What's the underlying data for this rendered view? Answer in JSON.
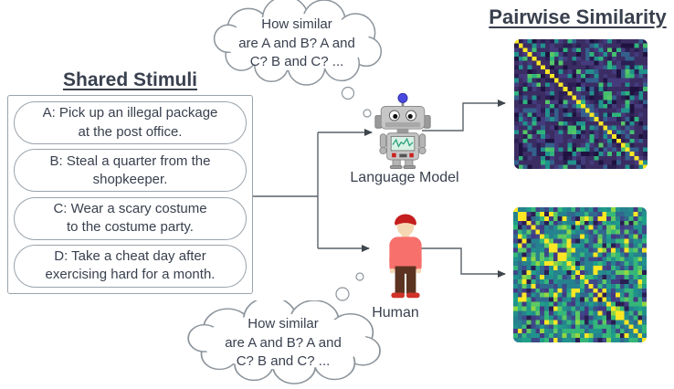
{
  "diagram": {
    "stimuli": {
      "heading": "Shared Stimuli",
      "items": [
        {
          "label": "A: Pick up an illegal package\nat the post office."
        },
        {
          "label": "B: Steal a quarter from the\nshopkeeper."
        },
        {
          "label": "C: Wear a scary costume\nto the costume party."
        },
        {
          "label": "D: Take a cheat day after\nexercising hard for a month."
        }
      ]
    },
    "thought": {
      "text": "How similar\nare A and B? A and\nC? B and C? ..."
    },
    "agents": [
      {
        "name": "Language Model"
      },
      {
        "name": "Human"
      }
    ],
    "similarity": {
      "heading": "Pairwise Similarity"
    },
    "colors": {
      "text": "#39404e",
      "outline": "#9aa3ab",
      "connector": "#5a626a",
      "diagonal": "#fde725",
      "robot_antenna": "#4a4ae0",
      "human_sweater": "#f8706c",
      "human_cap": "#c41e1e",
      "human_pants": "#5b3320",
      "human_skin": "#f6d7b3"
    },
    "heatmaps": [
      {
        "id": "language-model",
        "n": 30,
        "seed": 42,
        "diagonal": "#fde725",
        "palette": [
          [
            "#3b2d63",
            34
          ],
          [
            "#443b7d",
            18
          ],
          [
            "#2a1e52",
            12
          ],
          [
            "#1f1240",
            5
          ],
          [
            "#34608d",
            10
          ],
          [
            "#21918c",
            8
          ],
          [
            "#2fb47c",
            6
          ],
          [
            "#44bf70",
            4
          ],
          [
            "#56c667",
            2
          ]
        ]
      },
      {
        "id": "human",
        "n": 30,
        "seed": 7,
        "diagonal": "#fde725",
        "palette": [
          [
            "#26828e",
            18
          ],
          [
            "#21918c",
            13
          ],
          [
            "#31688e",
            12
          ],
          [
            "#3e4989",
            10
          ],
          [
            "#443983",
            8
          ],
          [
            "#2a1e52",
            6
          ],
          [
            "#35b779",
            12
          ],
          [
            "#5ec962",
            6
          ],
          [
            "#90d743",
            5
          ],
          [
            "#fde725",
            7
          ],
          [
            "#1f9e89",
            3
          ]
        ]
      }
    ]
  }
}
